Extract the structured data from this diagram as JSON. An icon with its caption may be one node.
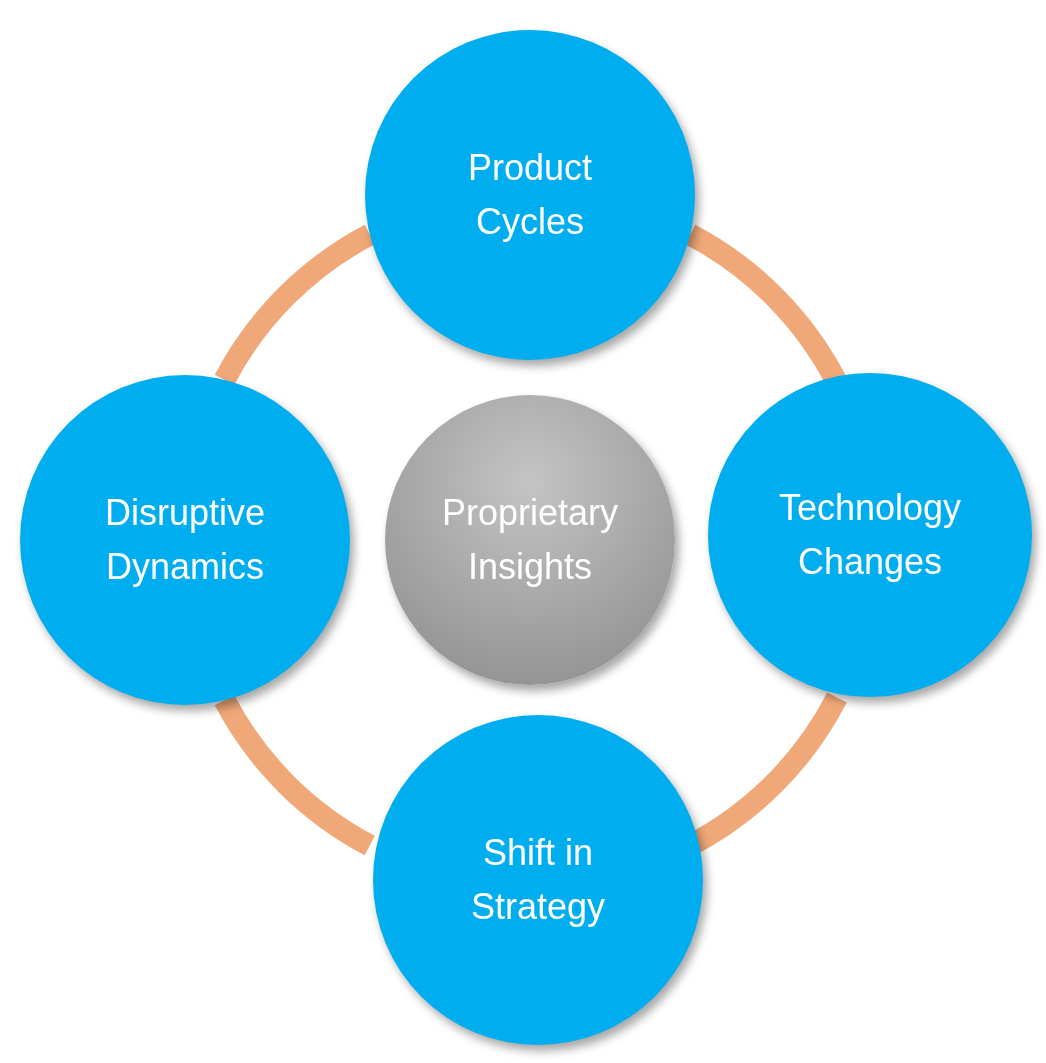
{
  "diagram": {
    "nodes": [
      {
        "text": [
          "Product Cycles"
        ]
      },
      {
        "text": [
          "Technology Changes"
        ]
      },
      {
        "text": [
          "Shift in Strategy"
        ]
      },
      {
        "text": [
          "Disruptive Dynamics"
        ]
      },
      {
        "text": [
          "Proprietary Insights"
        ]
      }
    ],
    "edges": [
      {
        "from": 0,
        "to": 1,
        "arrow": "none"
      },
      {
        "from": 1,
        "to": 2,
        "arrow": "none"
      },
      {
        "from": 2,
        "to": 3,
        "arrow": "none"
      },
      {
        "from": 3,
        "to": 0,
        "arrow": "none"
      }
    ]
  }
}
